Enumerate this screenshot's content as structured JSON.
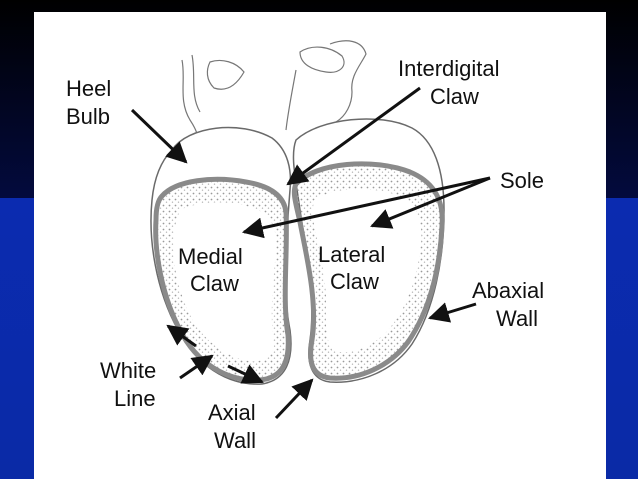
{
  "labels": {
    "heel_bulb": [
      "Heel",
      "Bulb"
    ],
    "interdigital_claw": [
      "Interdigital",
      "Claw"
    ],
    "sole": "Sole",
    "medial_claw": [
      "Medial",
      "Claw"
    ],
    "lateral_claw": [
      "Lateral",
      "Claw"
    ],
    "abaxial_wall": [
      "Abaxial",
      "Wall"
    ],
    "white_line": [
      "White",
      "Line"
    ],
    "axial_wall": [
      "Axial",
      "Wall"
    ]
  },
  "colors": {
    "background": "#0a2aa6",
    "panel": "#ffffff",
    "ink": "#111111",
    "hoof_rim": "#8a8a8a"
  }
}
